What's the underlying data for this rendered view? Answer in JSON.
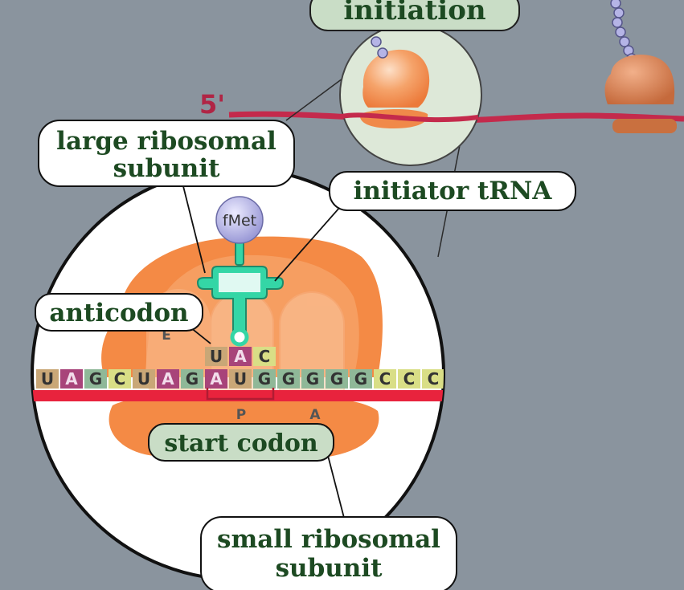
{
  "labels": {
    "initiation": "initiation",
    "five_prime": "5'",
    "large_subunit": [
      "large ribosomal",
      "subunit"
    ],
    "initiator_trna": "initiator tRNA",
    "fmet": "fMet",
    "anticodon": "anticodon",
    "start_codon": "start codon",
    "small_subunit": [
      "small ribosomal",
      "subunit"
    ],
    "site_e": "E",
    "site_p": "P",
    "site_a": "A"
  },
  "mrna": {
    "sequence": [
      "U",
      "A",
      "G",
      "C",
      "U",
      "A",
      "G",
      "A",
      "U",
      "G",
      "G",
      "G",
      "G",
      "G",
      "C",
      "C",
      "C"
    ],
    "start_codon_indices": [
      7,
      8,
      9
    ]
  },
  "anticodon_bases": [
    "U",
    "A",
    "C"
  ],
  "colors": {
    "background": "#8a949e",
    "mrna_strand": "#cc2244",
    "ribosome": "#f08a45",
    "label_box": "#c9ddc6",
    "label_text": "#1d4a22",
    "trna": "#2fd0a0",
    "fmet_bead": "#a8a8dd",
    "base_U": "#c9a777",
    "base_A": "#a8447a",
    "base_G": "#8fb898",
    "base_C": "#d9de86"
  }
}
